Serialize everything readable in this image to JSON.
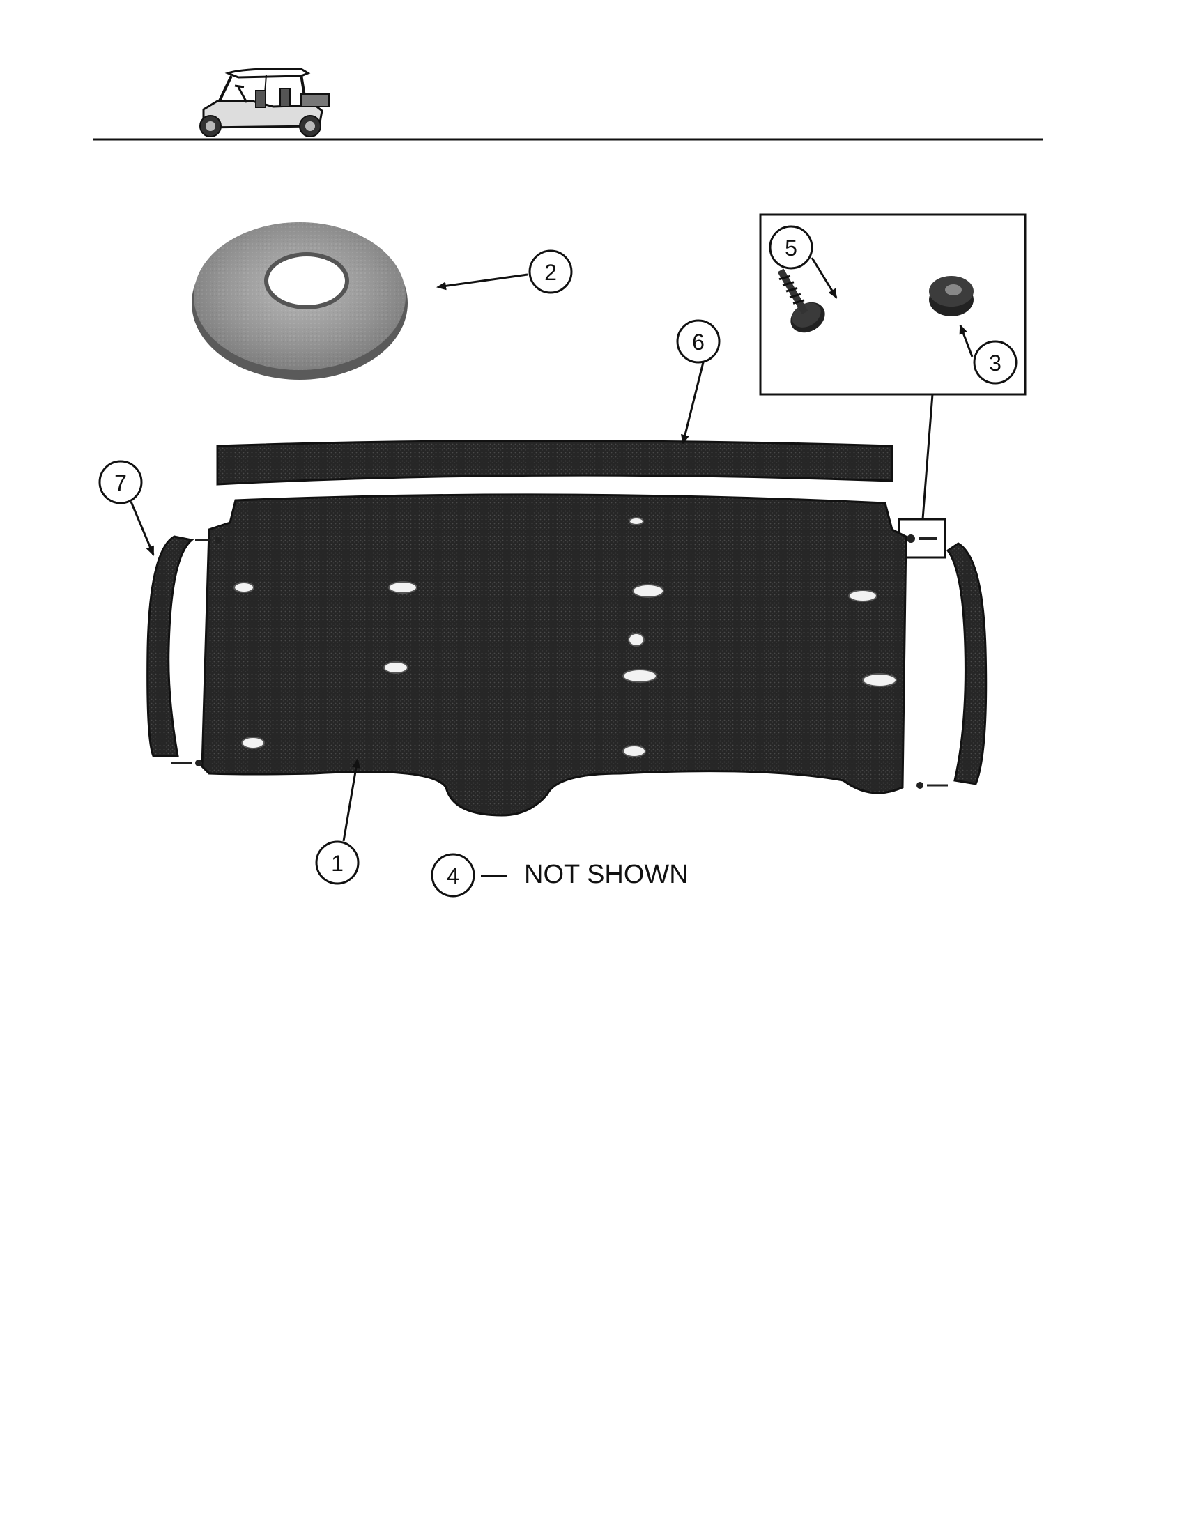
{
  "header": {
    "logo_icon": "utility-vehicle-icon"
  },
  "callouts": [
    {
      "number": "1",
      "part": "floor-panel"
    },
    {
      "number": "2",
      "part": "foam-tape-roll"
    },
    {
      "number": "3",
      "part": "spacer"
    },
    {
      "number": "5",
      "part": "screw"
    },
    {
      "number": "6",
      "part": "upper-trim-strip"
    },
    {
      "number": "7",
      "part": "side-trim-strip"
    }
  ],
  "note": {
    "number": "4",
    "dash": "—",
    "text": "NOT SHOWN"
  },
  "colors": {
    "ink": "#111111",
    "panel": "#2b2b2b",
    "trim": "#1e1e1e",
    "tape": "#9a9a9a"
  }
}
